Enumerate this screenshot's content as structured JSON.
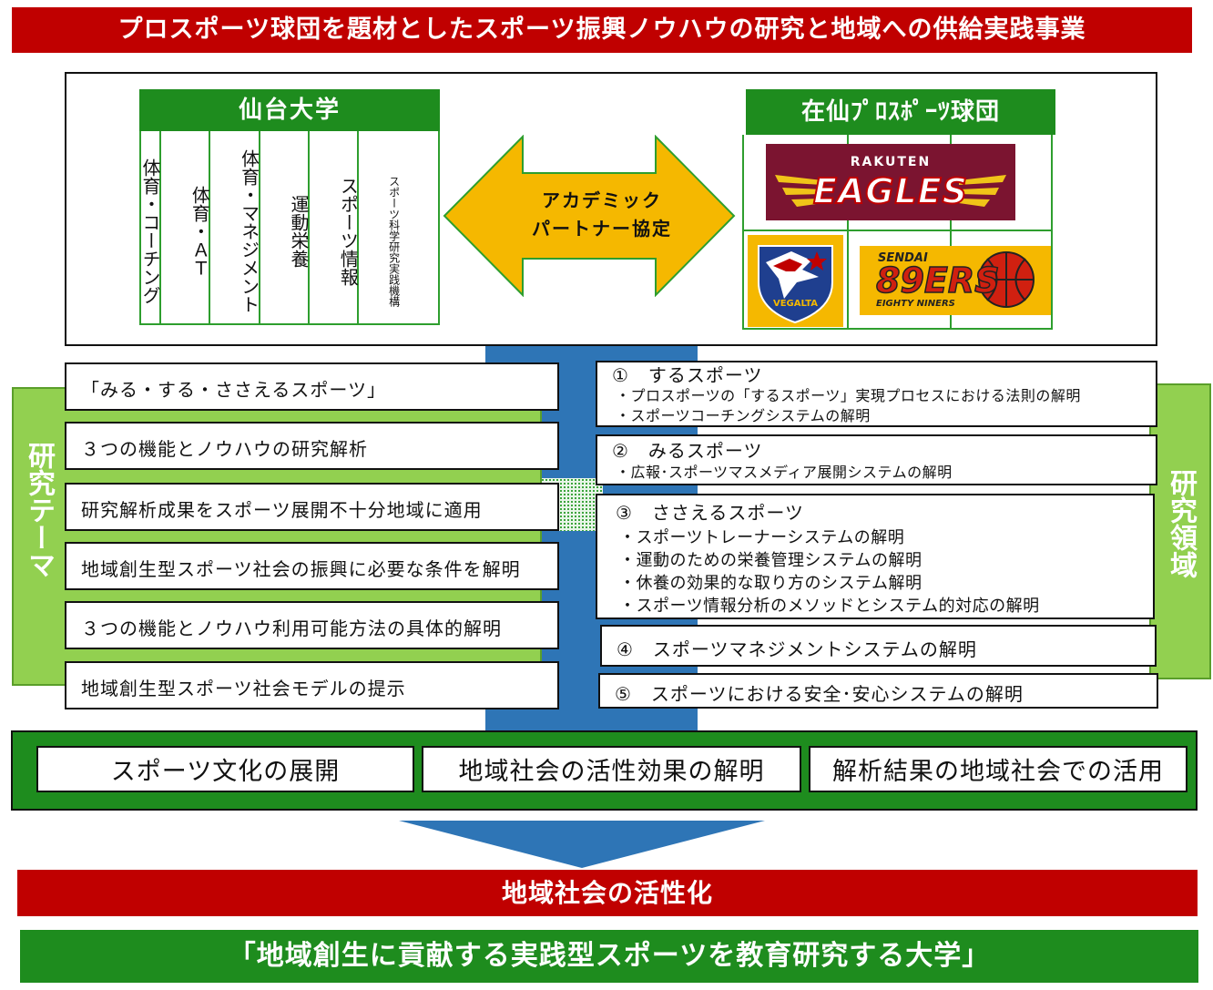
{
  "header": {
    "title": "プロスポーツ球団を題材としたスポーツ振興ノウハウの研究と地域への供給実践事業"
  },
  "university": {
    "name": "仙台大学",
    "departments": [
      "体育・コーチング",
      "体育・ＡＴ",
      "体育・マネジメント",
      "運動栄養",
      "スポーツ情報",
      "スポーツ科学研究実践機構"
    ]
  },
  "partnership": {
    "line1": "アカデミック",
    "line2": "パートナー協定"
  },
  "clubs": {
    "title": "在仙ﾌﾟﾛｽﾎﾟｰﾂ球団",
    "eagles": {
      "top": "RAKUTEN",
      "main": "EAGLES"
    },
    "vegalta": {
      "name": "VEGALTA"
    },
    "sendai89ers": {
      "top": "SENDAI",
      "main": "89ERS",
      "sub": "EIGHTY NINERS"
    }
  },
  "research_theme": {
    "label": "研究テーマ",
    "items": [
      "「みる・する・ささえるスポーツ」",
      "３つの機能とノウハウの研究解析",
      "研究解析成果をスポーツ展開不十分地域に適用",
      "地域創生型スポーツ社会の振興に必要な条件を解明",
      "３つの機能とノウハウ利用可能方法の具体的解明",
      "地域創生型スポーツ社会モデルの提示"
    ]
  },
  "research_area": {
    "label": "研究領域",
    "items": [
      {
        "title": "①　するスポーツ",
        "bullets": [
          "・プロスポーツの「するスポーツ」実現プロセスにおける法則の解明",
          "・スポーツコーチングシステムの解明"
        ]
      },
      {
        "title": "②　みるスポーツ",
        "bullets": [
          "・広報･スポーツマスメディア展開システムの解明"
        ]
      },
      {
        "title": "③　ささえるスポーツ",
        "bullets": [
          "・スポーツトレーナーシステムの解明",
          "・運動のための栄養管理システムの解明",
          "・休養の効果的な取り方のシステム解明",
          "・スポーツ情報分析のメソッドとシステム的対応の解明"
        ]
      },
      {
        "title": "④　スポーツマネジメントシステムの解明",
        "bullets": []
      },
      {
        "title": "⑤　スポーツにおける安全･安心システムの解明",
        "bullets": []
      }
    ]
  },
  "outcomes": [
    "スポーツ文化の展開",
    "地域社会の活性効果の解明",
    "解析結果の地域社会での活用"
  ],
  "result": {
    "title": "地域社会の活性化"
  },
  "footer": {
    "title": "「地域創生に貢献する実践型スポーツを教育研究する大学」"
  },
  "colors": {
    "red": "#c00000",
    "green": "#1e8c1e",
    "light_green": "#92d050",
    "blue": "#2e75b6",
    "gold": "#f5b800",
    "eagles": "#7b1430"
  }
}
